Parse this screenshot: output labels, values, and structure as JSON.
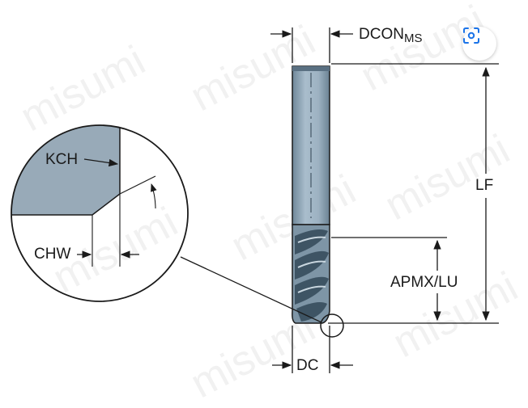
{
  "diagram": {
    "labels": {
      "dcon": "DCON",
      "dcon_sub": "MS",
      "lf": "LF",
      "apmx_lu": "APMX/LU",
      "dc": "DC",
      "kch": "KCH",
      "chw": "CHW"
    },
    "colors": {
      "tool_fill": "#9eb3c4",
      "tool_dark": "#4e6576",
      "detail_fill": "#98aab8",
      "line": "#1a1a1a"
    }
  },
  "watermark": {
    "text": "misumi"
  },
  "visual_search": {
    "icon": "lens-icon"
  }
}
